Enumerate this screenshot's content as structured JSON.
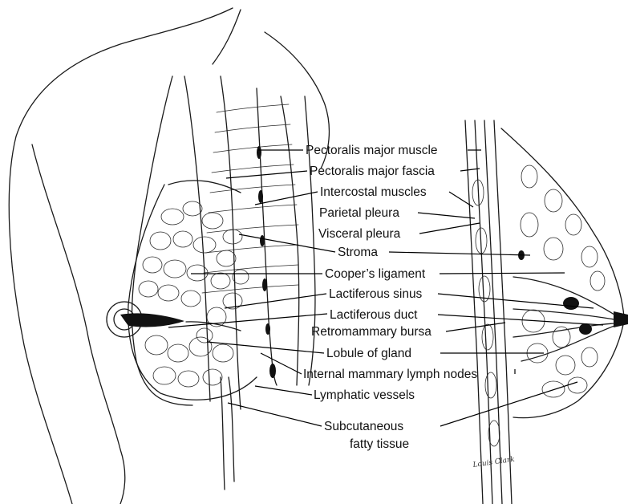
{
  "labels": [
    {
      "id": "pectoralis-major-muscle",
      "text": "Pectoralis major muscle"
    },
    {
      "id": "pectoralis-major-fascia",
      "text": "Pectoralis major fascia"
    },
    {
      "id": "intercostal-muscles",
      "text": "Intercostal muscles"
    },
    {
      "id": "parietal-pleura",
      "text": "Parietal pleura"
    },
    {
      "id": "visceral-pleura",
      "text": "Visceral pleura"
    },
    {
      "id": "stroma",
      "text": "Stroma"
    },
    {
      "id": "coopers-ligament",
      "text": "Cooper’s ligament"
    },
    {
      "id": "lactiferous-sinus",
      "text": "Lactiferous sinus"
    },
    {
      "id": "lactiferous-duct",
      "text": "Lactiferous duct"
    },
    {
      "id": "retromammary-bursa",
      "text": "Retromammary bursa"
    },
    {
      "id": "lobule-of-gland",
      "text": "Lobule of gland"
    },
    {
      "id": "internal-mammary-lymph-nodes",
      "text": "Internal mammary lymph nodes"
    },
    {
      "id": "lymphatic-vessels",
      "text": "Lymphatic vessels"
    },
    {
      "id": "subcutaneous-fatty-tissue-line1",
      "text": "Subcutaneous"
    },
    {
      "id": "subcutaneous-fatty-tissue-line2",
      "text": "fatty tissue"
    }
  ],
  "artist_signature": "Louis Clark"
}
